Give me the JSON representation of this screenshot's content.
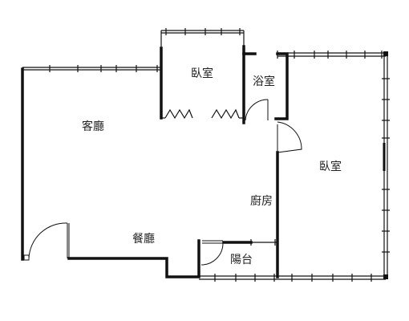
{
  "rooms": {
    "living_room": "客廳",
    "bedroom_small": "臥室",
    "bathroom": "浴室",
    "bedroom_large": "臥室",
    "kitchen": "廚房",
    "dining_room": "餐廳",
    "balcony": "陽台"
  }
}
